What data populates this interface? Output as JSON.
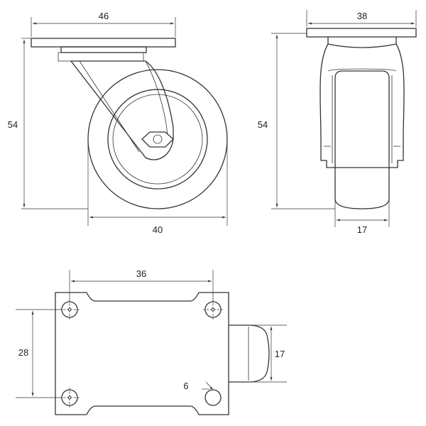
{
  "dimensions": {
    "side_plate_width": "46",
    "side_height": "54",
    "wheel_diameter": "40",
    "front_plate_width": "38",
    "front_height": "54",
    "wheel_width": "17",
    "top_hole_spacing_x": "36",
    "top_hole_spacing_y": "28",
    "top_wheel_width": "17",
    "hole_diameter": "6"
  },
  "colors": {
    "line": "#333333",
    "background": "#ffffff"
  }
}
